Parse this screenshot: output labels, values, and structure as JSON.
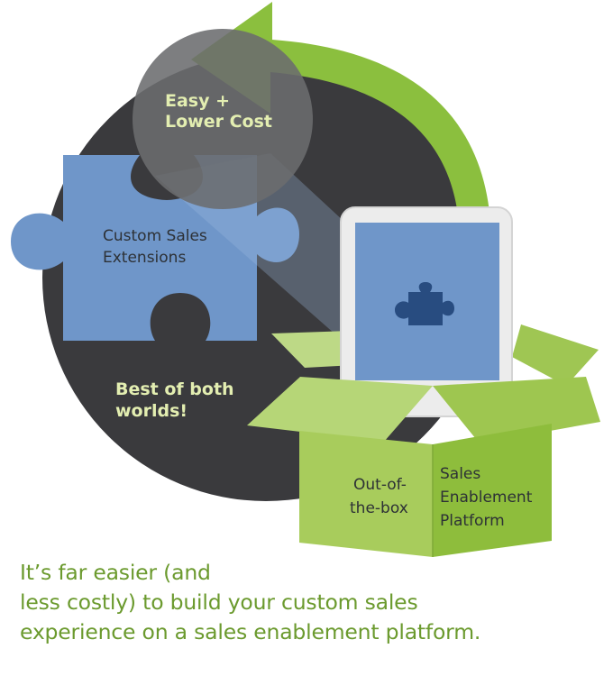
{
  "bubble": {
    "line1": "Easy +",
    "line2": "Lower Cost"
  },
  "puzzle": {
    "line1": "Custom Sales",
    "line2": "Extensions"
  },
  "best": {
    "line1": "Best of both",
    "line2": "worlds!"
  },
  "box": {
    "left_line1": "Out-of-",
    "left_line2": "the-box",
    "right_line1": "Sales",
    "right_line2": "Enablement",
    "right_line3": "Platform"
  },
  "caption": {
    "line1": "It’s far easier (and",
    "line2": "less costly) to build your custom sales",
    "line3": "experience on a sales enablement platform."
  },
  "colors": {
    "dark_circle": "#3a3a3d",
    "bubble": "#6b6c6e",
    "puzzle_blue": "#6f96c9",
    "puzzle_dark": "#284c80",
    "green_light": "#a8cc5c",
    "green_mid": "#8ebd3c",
    "arrow_green": "#8bbf3e",
    "label_yellow": "#e3eeb1",
    "caption_green": "#6b9a2e"
  },
  "icons": {
    "arrow": "curved-arrow-icon",
    "puzzle": "puzzle-piece-icon",
    "tablet": "tablet-icon",
    "box": "open-box-icon"
  }
}
